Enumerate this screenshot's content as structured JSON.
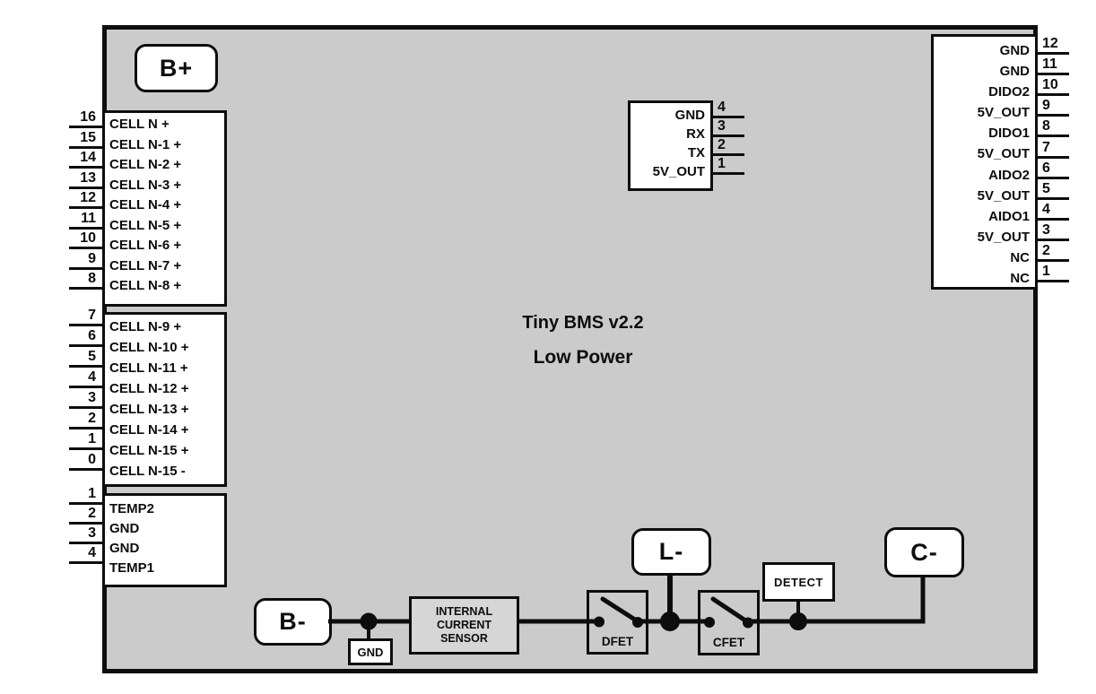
{
  "board": {
    "title": "Tiny BMS v2.2",
    "subtitle": "Low Power"
  },
  "colors": {
    "board_fill": "#cbcbcb",
    "line_black": "#0d0d0d",
    "box_white": "#ffffff",
    "sensor_fill": "#d6d6d6"
  },
  "terminals": {
    "b_plus": "B+",
    "b_minus": "B-",
    "l_minus": "L-",
    "c_minus": "C-"
  },
  "cell_block_upper": {
    "pins": [
      {
        "num": "16",
        "label": "CELL N +"
      },
      {
        "num": "15",
        "label": "CELL N-1 +"
      },
      {
        "num": "14",
        "label": "CELL N-2 +"
      },
      {
        "num": "13",
        "label": "CELL N-3 +"
      },
      {
        "num": "12",
        "label": "CELL N-4 +"
      },
      {
        "num": "11",
        "label": "CELL N-5 +"
      },
      {
        "num": "10",
        "label": "CELL N-6 +"
      },
      {
        "num": "9",
        "label": "CELL N-7 +"
      },
      {
        "num": "8",
        "label": "CELL N-8 +"
      }
    ]
  },
  "cell_block_lower": {
    "pins": [
      {
        "num": "7",
        "label": "CELL N-9 +"
      },
      {
        "num": "6",
        "label": "CELL N-10 +"
      },
      {
        "num": "5",
        "label": "CELL N-11 +"
      },
      {
        "num": "4",
        "label": "CELL N-12 +"
      },
      {
        "num": "3",
        "label": "CELL N-13 +"
      },
      {
        "num": "2",
        "label": "CELL N-14 +"
      },
      {
        "num": "1",
        "label": "CELL N-15 +"
      },
      {
        "num": "0",
        "label": "CELL N-15 -"
      }
    ]
  },
  "temp_block": {
    "pins": [
      {
        "num": "1",
        "label": "TEMP2"
      },
      {
        "num": "2",
        "label": "GND"
      },
      {
        "num": "3",
        "label": "GND"
      },
      {
        "num": "4",
        "label": "TEMP1"
      }
    ]
  },
  "uart_connector": {
    "pins": [
      {
        "num": "4",
        "label": "GND"
      },
      {
        "num": "3",
        "label": "RX"
      },
      {
        "num": "2",
        "label": "TX"
      },
      {
        "num": "1",
        "label": "5V_OUT"
      }
    ]
  },
  "io_connector": {
    "pins": [
      {
        "num": "12",
        "label": "GND"
      },
      {
        "num": "11",
        "label": "GND"
      },
      {
        "num": "10",
        "label": "DIDO2"
      },
      {
        "num": "9",
        "label": "5V_OUT"
      },
      {
        "num": "8",
        "label": "DIDO1"
      },
      {
        "num": "7",
        "label": "5V_OUT"
      },
      {
        "num": "6",
        "label": "AIDO2"
      },
      {
        "num": "5",
        "label": "5V_OUT"
      },
      {
        "num": "4",
        "label": "AIDO1"
      },
      {
        "num": "3",
        "label": "5V_OUT"
      },
      {
        "num": "2",
        "label": "NC"
      },
      {
        "num": "1",
        "label": "NC"
      }
    ]
  },
  "circuit": {
    "gnd_tap": "GND",
    "sensor": "INTERNAL\nCURRENT\nSENSOR",
    "dfet": "DFET",
    "cfet": "CFET",
    "detect": "DETECT"
  }
}
